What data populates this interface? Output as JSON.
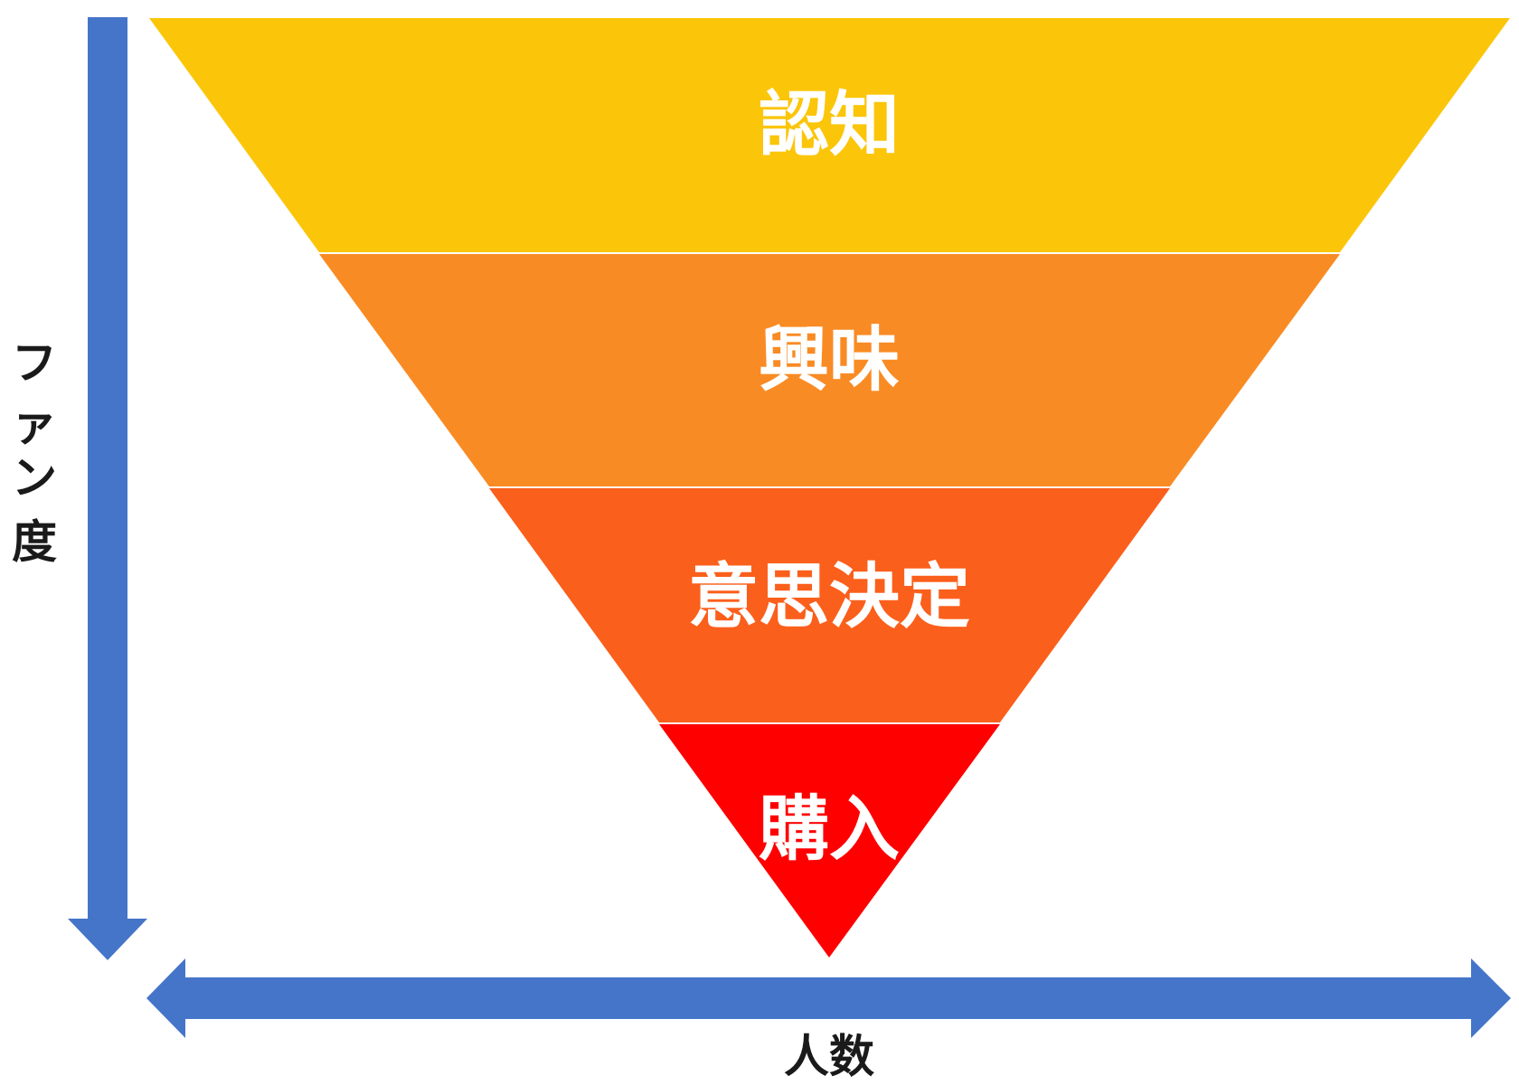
{
  "funnel": {
    "stages": [
      {
        "label": "認知",
        "color": "#FBC50A"
      },
      {
        "label": "興味",
        "color": "#F98B24"
      },
      {
        "label": "意思決定",
        "color": "#FB5F1C"
      },
      {
        "label": "購入",
        "color": "#FE0000"
      }
    ]
  },
  "axes": {
    "vertical": {
      "chars": [
        "フ",
        "ァ",
        "ン",
        "度"
      ],
      "color": "#4575C9"
    },
    "horizontal": {
      "label": "人数",
      "color": "#4575C9"
    }
  }
}
